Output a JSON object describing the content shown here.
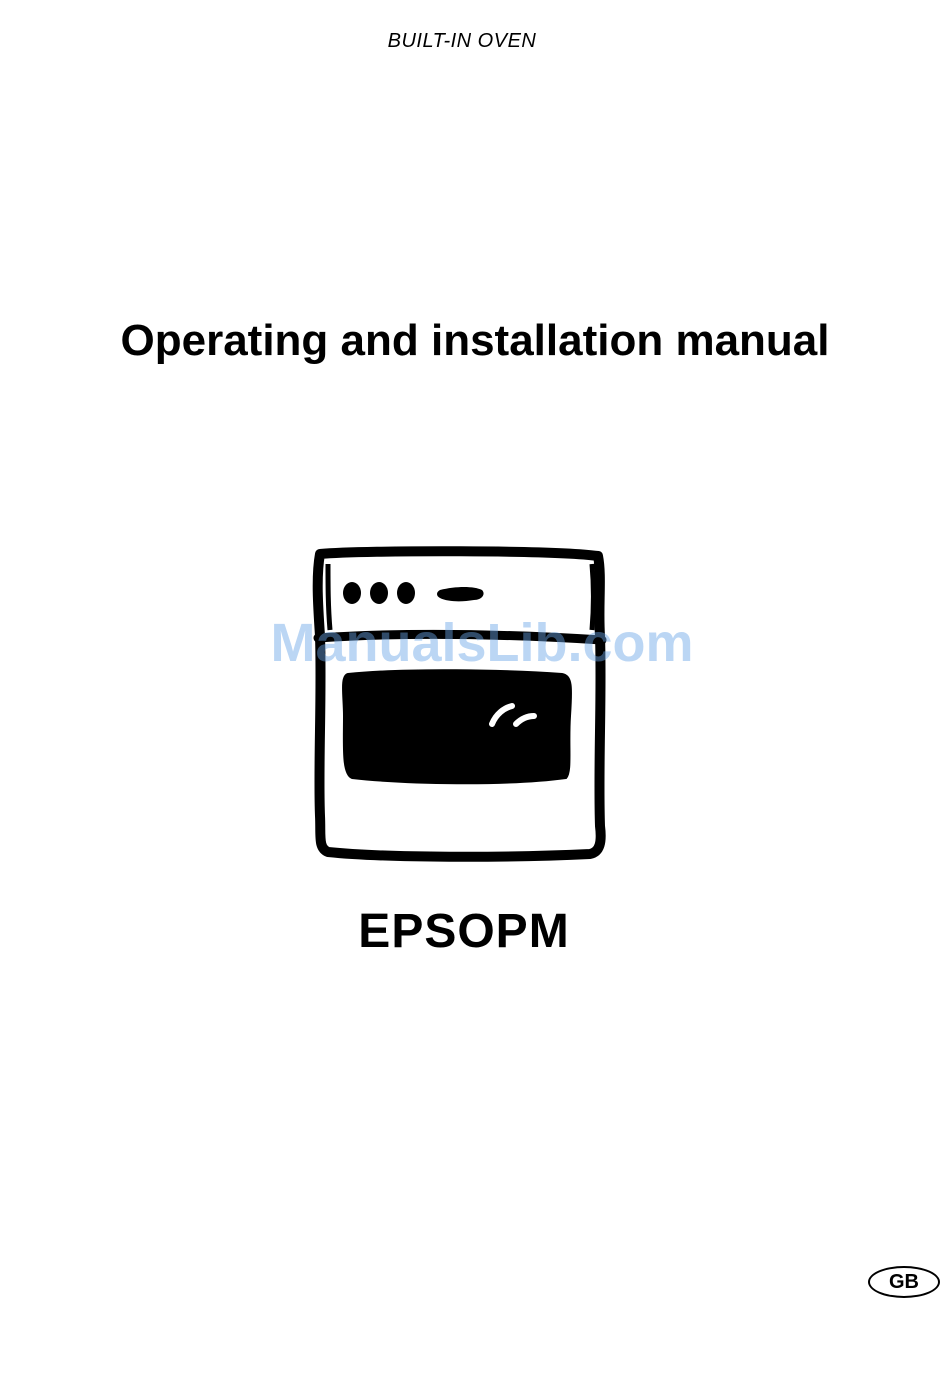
{
  "document": {
    "category": "BUILT-IN OVEN",
    "title": "Operating and installation manual",
    "model": "EPSOPM",
    "language_badge": "GB",
    "watermark": "ManualsLib.com"
  },
  "illustration": {
    "icon": "oven-icon"
  }
}
